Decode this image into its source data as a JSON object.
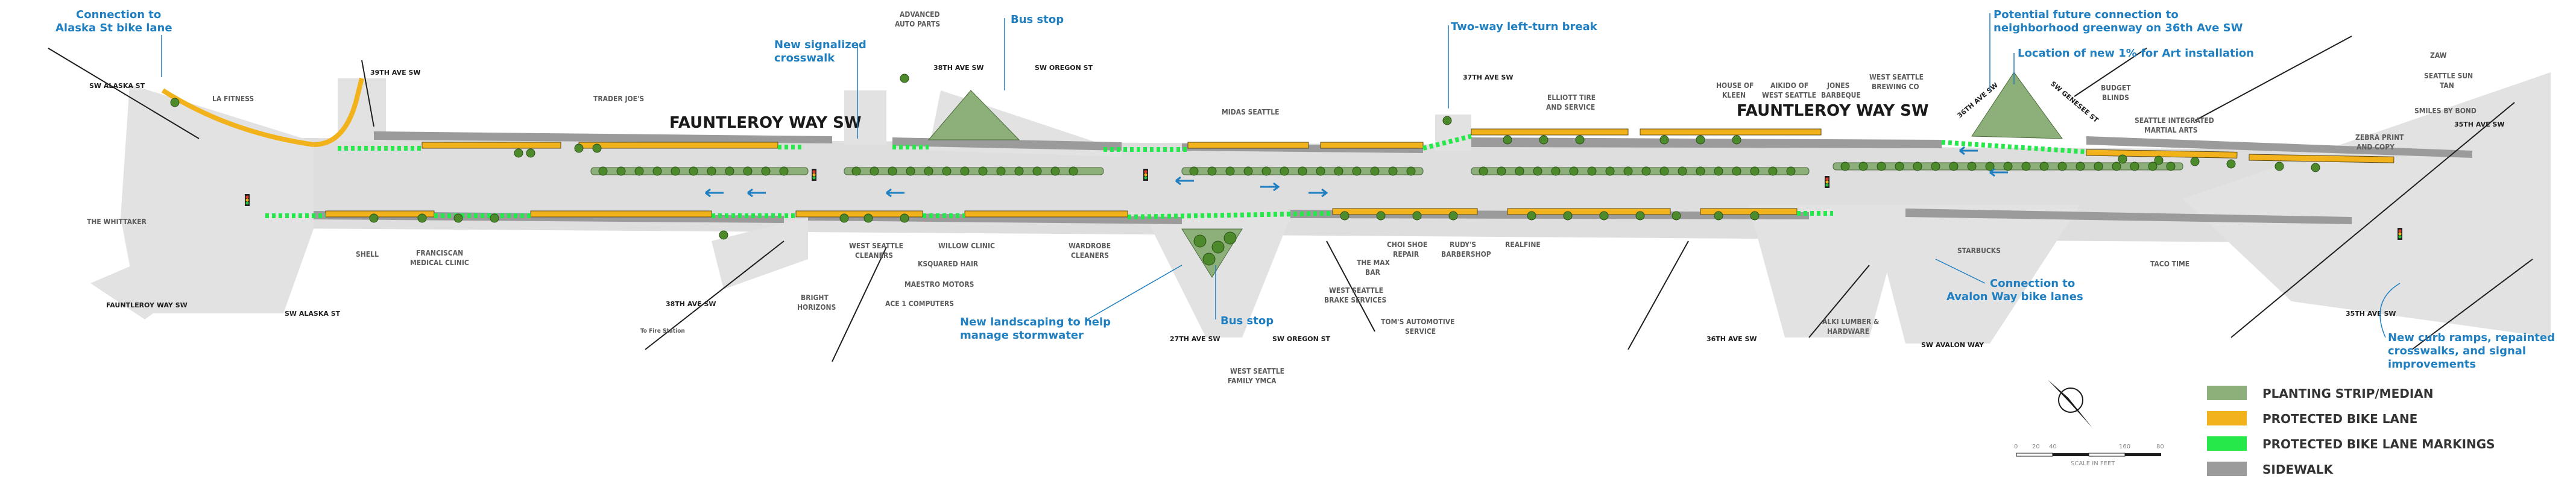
{
  "colors": {
    "road": "#dcdcdc",
    "sidewalk": "#9b9b9b",
    "median": "#8db07a",
    "bike_lane": "#f2b21c",
    "bike_marking": "#27e84a",
    "tree": "#4d8a2c",
    "annotation": "#1f7fc1",
    "street_label": "#1a1a1a"
  },
  "road_names": {
    "main_left": "FAUNTLEROY WAY SW",
    "main_right": "FAUNTLEROY WAY SW"
  },
  "streets": {
    "sw_alaska_top": "SW ALASKA ST",
    "ave39_top": "39TH AVE SW",
    "ave38_top": "38TH AVE SW",
    "sw_oregon_top": "SW OREGON ST",
    "ave37_top": "37TH AVE SW",
    "ave36_top": "36TH AVE SW",
    "sw_genesee": "SW GENESEE ST",
    "ave35_top": "35TH AVE SW",
    "fauntleroy_bottom": "FAUNTLEROY WAY SW",
    "sw_alaska_bottom": "SW ALASKA ST",
    "ave38_bottom": "38TH AVE SW",
    "ave27_bottom": "27TH AVE SW",
    "sw_oregon_bottom": "SW OREGON ST",
    "ave36_bottom": "36TH AVE SW",
    "sw_avalon": "SW AVALON WAY",
    "ave35_bottom": "35TH AVE SW",
    "to_fire_station": "To Fire Station"
  },
  "businesses": {
    "la_fitness": "LA FITNESS",
    "trader_joes": "TRADER JOE'S",
    "advanced_auto": [
      "ADVANCED",
      "AUTO PARTS"
    ],
    "midas": "MIDAS SEATTLE",
    "elliott": [
      "ELLIOTT TIRE",
      "AND SERVICE"
    ],
    "house_of_kleen": [
      "HOUSE OF",
      "KLEEN"
    ],
    "aikido": [
      "AIKIDO OF",
      "WEST SEATTLE"
    ],
    "jones": [
      "JONES",
      "BARBEQUE"
    ],
    "ws_brewing": [
      "WEST SEATTLE",
      "BREWING CO"
    ],
    "budget_blinds": [
      "BUDGET",
      "BLINDS"
    ],
    "seattle_martial": [
      "SEATTLE INTEGRATED",
      "MARTIAL ARTS"
    ],
    "zaw": "ZAW",
    "seattle_sun_tan": [
      "SEATTLE SUN",
      "TAN"
    ],
    "smiles": "SMILES BY BOND",
    "zebra": [
      "ZEBRA PRINT",
      "AND COPY"
    ],
    "whittaker": "THE WHITTAKER",
    "shell": "SHELL",
    "franciscan": [
      "FRANCISCAN",
      "MEDICAL CLINIC"
    ],
    "ws_cleaners": [
      "WEST SEATTLE",
      "CLEANERS"
    ],
    "willow": "WILLOW CLINIC",
    "ksquared": "KSQUARED HAIR",
    "maestro": "MAESTRO MOTORS",
    "ace": "ACE 1 COMPUTERS",
    "bright_horizons": [
      "BRIGHT",
      "HORIZONS"
    ],
    "wardrobe": [
      "WARDROBE",
      "CLEANERS"
    ],
    "ws_ymca": [
      "WEST SEATTLE",
      "FAMILY YMCA"
    ],
    "max_bar": [
      "THE MAX",
      "BAR"
    ],
    "choi": [
      "CHOI SHOE",
      "REPAIR"
    ],
    "rudys": [
      "RUDY'S",
      "BARBERSHOP"
    ],
    "realfine": "REALFINE",
    "ws_brake": [
      "WEST SEATTLE",
      "BRAKE SERVICES"
    ],
    "toms": [
      "TOM'S AUTOMOTIVE",
      "SERVICE"
    ],
    "alki_lumber": [
      "ALKI LUMBER &",
      "HARDWARE"
    ],
    "starbucks": "STARBUCKS",
    "taco_time": "TACO TIME"
  },
  "annotations": {
    "alaska_bike": [
      "Connection to",
      "Alaska St bike lane"
    ],
    "signalized": [
      "New signalized",
      "crosswalk"
    ],
    "bus_stop_top": "Bus stop",
    "left_turn": "Two-way left-turn break",
    "greenway": [
      "Potential future connection to",
      "neighborhood greenway on 36th Ave SW"
    ],
    "art": "Location of new 1% for Art installation",
    "landscaping": [
      "New landscaping to help",
      "manage stormwater"
    ],
    "bus_stop_bottom": "Bus stop",
    "avalon": [
      "Connection to",
      "Avalon Way bike lanes"
    ],
    "curb_ramps": [
      "New curb ramps, repainted",
      "crosswalks, and signal",
      "improvements"
    ]
  },
  "legend": {
    "items": [
      {
        "label": "PLANTING STRIP/MEDIAN",
        "color": "#8db07a"
      },
      {
        "label": "PROTECTED BIKE LANE",
        "color": "#f2b21c"
      },
      {
        "label": "PROTECTED BIKE LANE MARKINGS",
        "color": "#27e84a"
      },
      {
        "label": "SIDEWALK",
        "color": "#9b9b9b"
      }
    ]
  },
  "scale": {
    "ticks": [
      "0",
      "20",
      "40",
      "",
      "160",
      "80"
    ],
    "caption": "SCALE IN FEET"
  }
}
